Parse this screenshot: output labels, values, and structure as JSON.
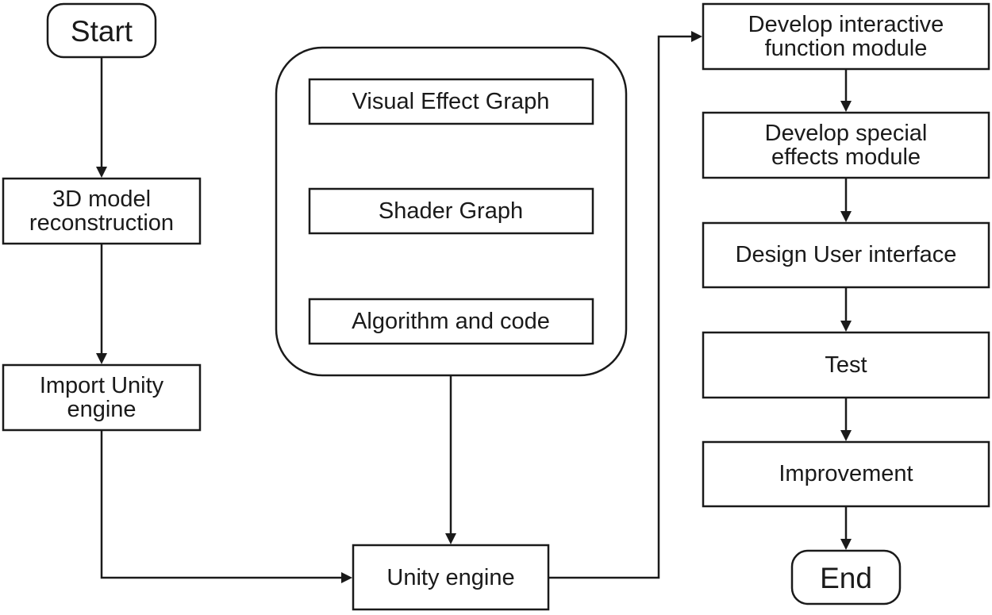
{
  "diagram": {
    "nodes": {
      "start": {
        "lines": [
          "Start"
        ]
      },
      "reconstruction": {
        "lines": [
          "3D model",
          "reconstruction"
        ]
      },
      "import_unity": {
        "lines": [
          "Import Unity",
          "engine"
        ]
      },
      "visual_effect_graph": {
        "lines": [
          "Visual Effect Graph"
        ]
      },
      "shader_graph": {
        "lines": [
          "Shader Graph"
        ]
      },
      "algorithm_code": {
        "lines": [
          "Algorithm and code"
        ]
      },
      "unity_engine": {
        "lines": [
          "Unity engine"
        ]
      },
      "interactive_module": {
        "lines": [
          "Develop interactive",
          "function module"
        ]
      },
      "special_effects_module": {
        "lines": [
          "Develop special",
          "effects module"
        ]
      },
      "user_interface": {
        "lines": [
          "Design User interface"
        ]
      },
      "test": {
        "lines": [
          "Test"
        ]
      },
      "improvement": {
        "lines": [
          "Improvement"
        ]
      },
      "end": {
        "lines": [
          "End"
        ]
      }
    },
    "edges": [
      {
        "from": "start",
        "to": "reconstruction"
      },
      {
        "from": "reconstruction",
        "to": "import_unity"
      },
      {
        "from": "import_unity",
        "to": "unity_engine"
      },
      {
        "from": "tools_group",
        "to": "unity_engine"
      },
      {
        "from": "unity_engine",
        "to": "interactive_module"
      },
      {
        "from": "interactive_module",
        "to": "special_effects_module"
      },
      {
        "from": "special_effects_module",
        "to": "user_interface"
      },
      {
        "from": "user_interface",
        "to": "test"
      },
      {
        "from": "test",
        "to": "improvement"
      },
      {
        "from": "improvement",
        "to": "end"
      }
    ]
  }
}
